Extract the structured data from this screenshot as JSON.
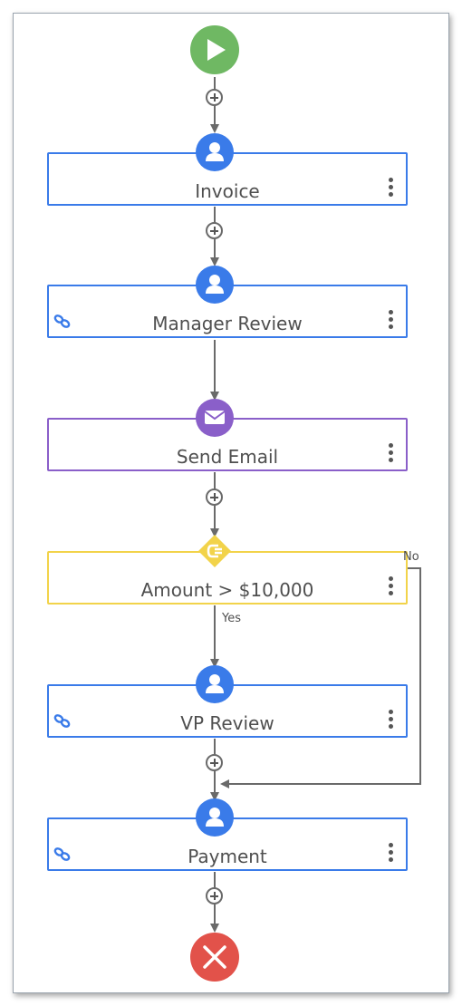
{
  "steps": [
    {
      "label": "Invoice",
      "kind": "user",
      "linked": false
    },
    {
      "label": "Manager Review",
      "kind": "user",
      "linked": true
    },
    {
      "label": "Send Email",
      "kind": "email",
      "linked": false
    },
    {
      "label": "Amount > $10,000",
      "kind": "decision",
      "linked": false
    },
    {
      "label": "VP Review",
      "kind": "user",
      "linked": true
    },
    {
      "label": "Payment",
      "kind": "user",
      "linked": true
    }
  ],
  "branches": {
    "yes": "Yes",
    "no": "No"
  },
  "icons": {
    "start": "play-icon",
    "end": "close-icon",
    "user": "user-icon",
    "email": "envelope-icon",
    "decision": "decision-icon",
    "link": "link-icon",
    "menu": "kebab-menu-icon",
    "add": "add-step-icon"
  },
  "colors": {
    "start": "#6fb863",
    "end": "#e2524a",
    "user": "#3a7be9",
    "email": "#8a5fc9",
    "decision": "#f2d34a",
    "connector": "#6a6a6a"
  }
}
